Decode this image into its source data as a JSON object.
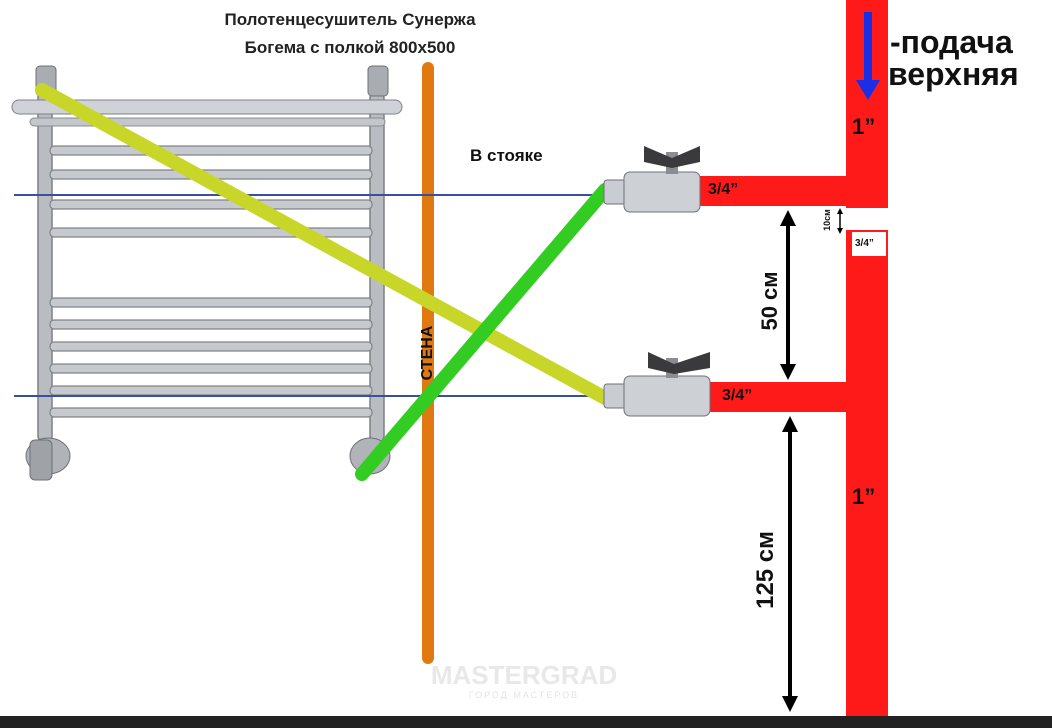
{
  "title": {
    "line1": "Полотенцесушитель Сунержа",
    "line2": "Богема с полкой 800х500"
  },
  "labels": {
    "riser_note": "В стояке",
    "wall": "СТЕНА",
    "supply_line1": "-подача",
    "supply_line2": "верхняя",
    "pipe_top_size": "1”",
    "pipe_bottom_size": "1”",
    "branch_top_size": "3/4”",
    "branch_bottom_size": "3/4”",
    "bypass_size": "3/4”",
    "gap_10cm": "10см",
    "dim_50cm": "50 см",
    "dim_125cm": "125 см"
  },
  "watermark": {
    "name": "MASTERGRAD",
    "tagline": "ГОРОД МАСТЕРОВ"
  },
  "colors": {
    "riser": "#ff1a1a",
    "wall": "#e07a10",
    "green_line": "#33cc22",
    "yellow_line": "#c8d62a",
    "blue_line": "#3a4fa0",
    "arrow_blue": "#1a2ee6",
    "chrome": "#b9bcc0"
  }
}
